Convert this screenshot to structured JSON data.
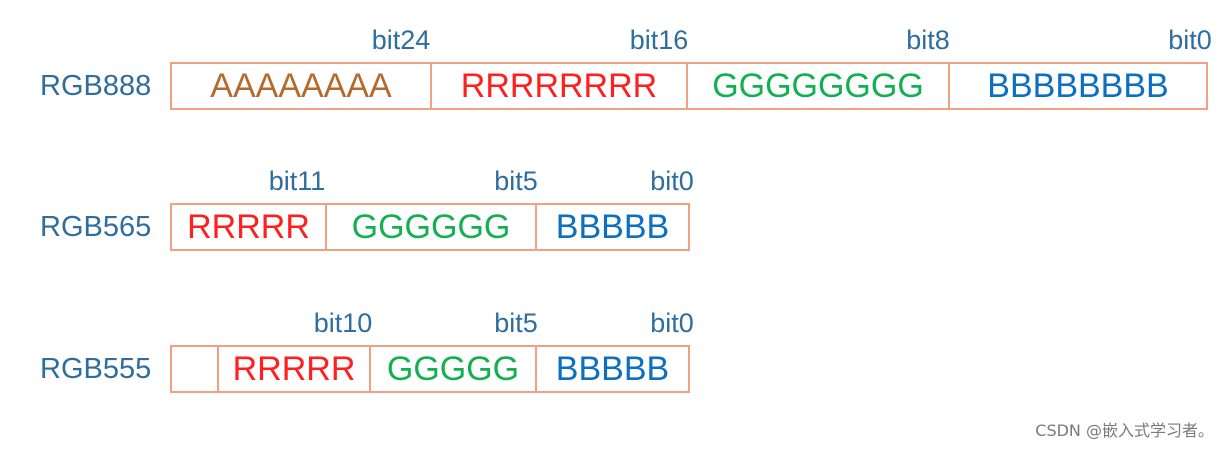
{
  "colors": {
    "label": "#2e6e9e",
    "border": "#f0a184",
    "alpha": "#b46a2c",
    "red": "#ff1f1f",
    "green": "#12b050",
    "blue": "#0d6fc0"
  },
  "rows": [
    {
      "format": "RGB888",
      "bits": [
        "bit24",
        "bit16",
        "bit8",
        "bit0"
      ],
      "cells": [
        {
          "text": "AAAAAAAA",
          "channel": "alpha"
        },
        {
          "text": "RRRRRRRR",
          "channel": "red"
        },
        {
          "text": "GGGGGGGG",
          "channel": "green"
        },
        {
          "text": "BBBBBBBB",
          "channel": "blue"
        }
      ]
    },
    {
      "format": "RGB565",
      "bits": [
        "bit11",
        "bit5",
        "bit0"
      ],
      "cells": [
        {
          "text": "RRRRR",
          "channel": "red"
        },
        {
          "text": "GGGGGG",
          "channel": "green"
        },
        {
          "text": "BBBBB",
          "channel": "blue"
        }
      ]
    },
    {
      "format": "RGB555",
      "bits": [
        "bit10",
        "bit5",
        "bit0"
      ],
      "cells": [
        {
          "text": "",
          "channel": "unused"
        },
        {
          "text": "RRRRR",
          "channel": "red"
        },
        {
          "text": "GGGGG",
          "channel": "green"
        },
        {
          "text": "BBBBB",
          "channel": "blue"
        }
      ]
    }
  ],
  "watermark": "CSDN @嵌入式学习者。"
}
